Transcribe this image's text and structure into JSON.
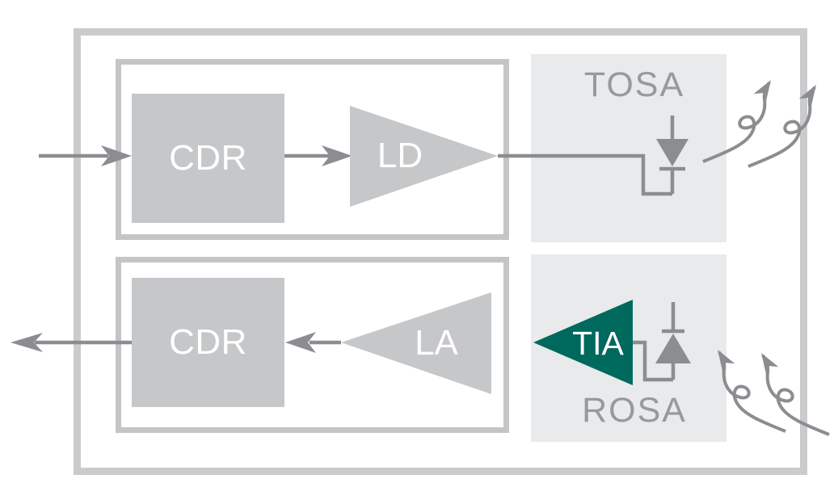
{
  "module": {
    "tx_path": {
      "cdr_label": "CDR",
      "ld_label": "LD",
      "tosa_label": "TOSA"
    },
    "rx_path": {
      "cdr_label": "CDR",
      "la_label": "LA",
      "tia_label": "TIA",
      "rosa_label": "ROSA"
    },
    "icons": {
      "tx_diode": "laser-diode-icon",
      "rx_diode": "photodiode-icon",
      "tx_light": "light-output-waves-icon",
      "rx_light": "light-input-waves-icon"
    },
    "colors": {
      "outer_border": "#c9cbcd",
      "inner_border": "#c3c5c7",
      "block_fill": "#c6c7c9",
      "osa_fill": "#e9eaeb",
      "signal_line": "#8b8d90",
      "osa_label_text": "#97999c",
      "tia_fill": "#00695e",
      "block_label_text": "#ffffff"
    }
  }
}
